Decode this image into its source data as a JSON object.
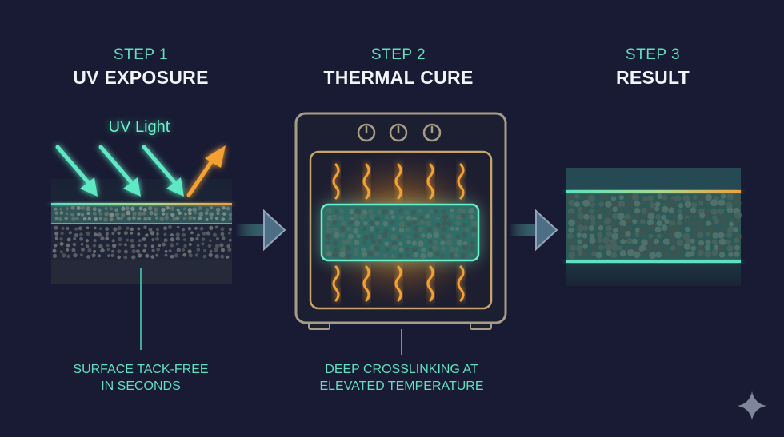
{
  "steps": [
    {
      "label": "STEP 1",
      "title": "UV EXPOSURE"
    },
    {
      "label": "STEP 2",
      "title": "THERMAL CURE"
    },
    {
      "label": "STEP 3",
      "title": "RESULT"
    }
  ],
  "uv_label": "UV Light",
  "captions": {
    "step1": [
      "SURFACE TACK-FREE",
      "IN SECONDS"
    ],
    "step2": [
      "DEEP CROSSLINKING AT",
      "ELEVATED TEMPERATURE"
    ]
  },
  "colors": {
    "background": "#181b33",
    "uv_teal": "#5fe0c0",
    "heat_orange": "#f0a040",
    "text_white": "#f2f3f7",
    "outline": "#c7b488"
  },
  "icons": [
    "uv-arrow-icon",
    "reflected-arrow-icon",
    "right-arrow-icon",
    "oven-icon",
    "dial-icon",
    "heat-wave-icon",
    "sparkle-icon"
  ]
}
